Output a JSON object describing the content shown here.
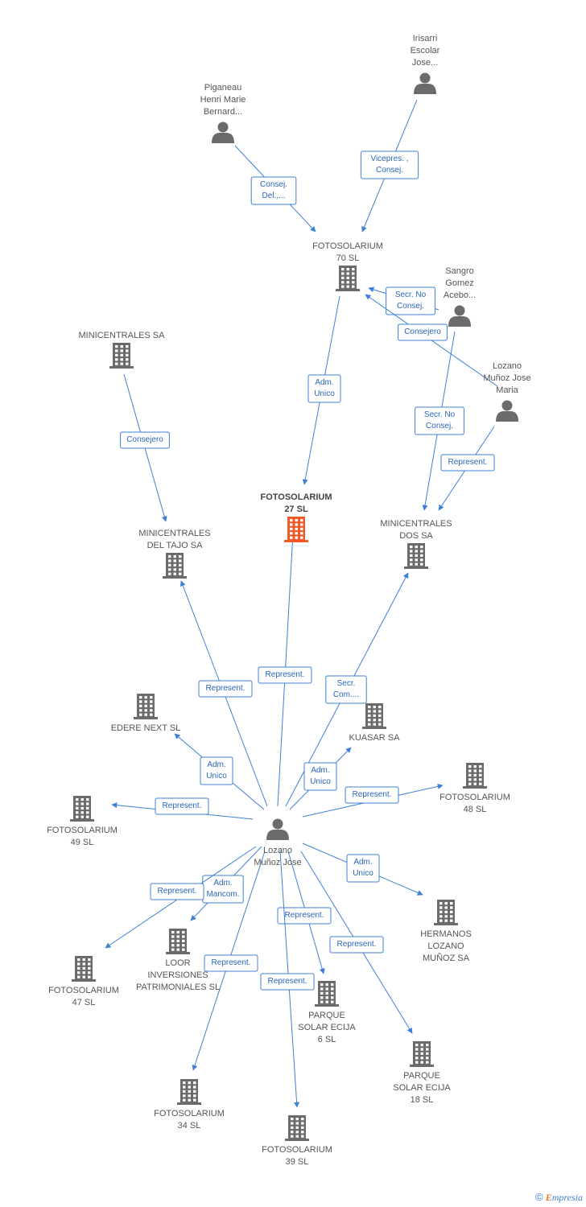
{
  "colors": {
    "edge": "#3d80d6",
    "node": "#6b6b6b",
    "focus": "#f05a28"
  },
  "nodes": [
    {
      "id": "irisarri",
      "type": "person",
      "lines": [
        "Irisarri",
        "Escolar",
        "Jose..."
      ],
      "icon": "person-icon"
    },
    {
      "id": "piganeau",
      "type": "person",
      "lines": [
        "Piganeau",
        "Henri Marie",
        "Bernard..."
      ],
      "icon": "person-icon"
    },
    {
      "id": "foto70",
      "type": "company",
      "lines": [
        "FOTOSOLARIUM",
        "70 SL"
      ],
      "icon": "building-icon"
    },
    {
      "id": "sangro",
      "type": "person",
      "lines": [
        "Sangro",
        "Gomez",
        "Acebo..."
      ],
      "icon": "person-icon"
    },
    {
      "id": "lozanoM",
      "type": "person",
      "lines": [
        "Lozano",
        "Muñoz Jose",
        "Maria"
      ],
      "icon": "person-icon"
    },
    {
      "id": "minisa",
      "type": "company",
      "lines": [
        "MINICENTRALES SA"
      ],
      "icon": "building-icon"
    },
    {
      "id": "foto27",
      "type": "company",
      "focus": true,
      "lines": [
        "FOTOSOLARIUM",
        "27 SL"
      ],
      "icon": "building-icon"
    },
    {
      "id": "tajo",
      "type": "company",
      "lines": [
        "MINICENTRALES",
        "DEL TAJO SA"
      ],
      "icon": "building-icon"
    },
    {
      "id": "dos",
      "type": "company",
      "lines": [
        "MINICENTRALES",
        "DOS SA"
      ],
      "icon": "building-icon"
    },
    {
      "id": "edere",
      "type": "company",
      "lines": [
        "EDERE NEXT SL"
      ],
      "icon": "building-icon"
    },
    {
      "id": "kuasar",
      "type": "company",
      "lines": [
        "KUASAR SA"
      ],
      "icon": "building-icon"
    },
    {
      "id": "foto48",
      "type": "company",
      "lines": [
        "FOTOSOLARIUM",
        "48 SL"
      ],
      "icon": "building-icon"
    },
    {
      "id": "foto49",
      "type": "company",
      "lines": [
        "FOTOSOLARIUM",
        "49 SL"
      ],
      "icon": "building-icon"
    },
    {
      "id": "lozano",
      "type": "person",
      "lines": [
        "Lozano",
        "Muñoz Jose"
      ],
      "icon": "person-icon"
    },
    {
      "id": "hermanos",
      "type": "company",
      "lines": [
        "HERMANOS",
        "LOZANO",
        "MUÑOZ SA"
      ],
      "icon": "building-icon"
    },
    {
      "id": "loor",
      "type": "company",
      "lines": [
        "LOOR",
        "INVERSIONES",
        "PATRIMONIALES SL"
      ],
      "icon": "building-icon"
    },
    {
      "id": "foto47",
      "type": "company",
      "lines": [
        "FOTOSOLARIUM",
        "47 SL"
      ],
      "icon": "building-icon"
    },
    {
      "id": "ecija6",
      "type": "company",
      "lines": [
        "PARQUE",
        "SOLAR ECIJA",
        "6 SL"
      ],
      "icon": "building-icon"
    },
    {
      "id": "ecija18",
      "type": "company",
      "lines": [
        "PARQUE",
        "SOLAR ECIJA",
        "18 SL"
      ],
      "icon": "building-icon"
    },
    {
      "id": "foto34",
      "type": "company",
      "lines": [
        "FOTOSOLARIUM",
        "34 SL"
      ],
      "icon": "building-icon"
    },
    {
      "id": "foto39",
      "type": "company",
      "lines": [
        "FOTOSOLARIUM",
        "39 SL"
      ],
      "icon": "building-icon"
    }
  ],
  "edges": [
    {
      "from": "irisarri",
      "to": "foto70",
      "label": [
        "Vicepres. ,",
        "Consej."
      ]
    },
    {
      "from": "piganeau",
      "to": "foto70",
      "label": [
        "Consej.",
        "Del.,..."
      ]
    },
    {
      "from": "sangro",
      "to": "foto70",
      "label": [
        "Secr.  No",
        "Consej."
      ]
    },
    {
      "from": "lozanoM",
      "to": "foto70",
      "label": [
        "Consejero"
      ]
    },
    {
      "from": "foto70",
      "to": "foto27",
      "label": [
        "Adm.",
        "Unico"
      ]
    },
    {
      "from": "minisa",
      "to": "tajo",
      "label": [
        "Consejero"
      ]
    },
    {
      "from": "sangro",
      "to": "dos",
      "label": [
        "Secr.  No",
        "Consej."
      ]
    },
    {
      "from": "lozanoM",
      "to": "dos",
      "label": [
        "Represent."
      ]
    },
    {
      "from": "lozano",
      "to": "tajo",
      "label": [
        "Represent."
      ]
    },
    {
      "from": "lozano",
      "to": "foto27",
      "label": [
        "Represent."
      ]
    },
    {
      "from": "lozano",
      "to": "dos",
      "label": [
        "Secr.",
        "Com...."
      ]
    },
    {
      "from": "lozano",
      "to": "edere",
      "label": [
        "Adm.",
        "Unico"
      ]
    },
    {
      "from": "lozano",
      "to": "kuasar",
      "label": [
        "Adm.",
        "Unico"
      ]
    },
    {
      "from": "lozano",
      "to": "foto48",
      "label": [
        "Represent."
      ]
    },
    {
      "from": "lozano",
      "to": "foto49",
      "label": [
        "Represent."
      ]
    },
    {
      "from": "lozano",
      "to": "hermanos",
      "label": [
        "Adm.",
        "Unico"
      ]
    },
    {
      "from": "lozano",
      "to": "loor",
      "label": [
        "Adm.",
        "Mancom."
      ]
    },
    {
      "from": "lozano",
      "to": "foto47",
      "label": [
        "Represent."
      ]
    },
    {
      "from": "lozano",
      "to": "ecija6",
      "label": [
        "Represent."
      ]
    },
    {
      "from": "lozano",
      "to": "ecija18",
      "label": [
        "Represent."
      ]
    },
    {
      "from": "lozano",
      "to": "foto34",
      "label": [
        "Represent."
      ]
    },
    {
      "from": "lozano",
      "to": "foto39",
      "label": [
        "Represent."
      ]
    }
  ],
  "footer": {
    "copyright": "©",
    "brand_first": "E",
    "brand_rest": "mpresia"
  }
}
